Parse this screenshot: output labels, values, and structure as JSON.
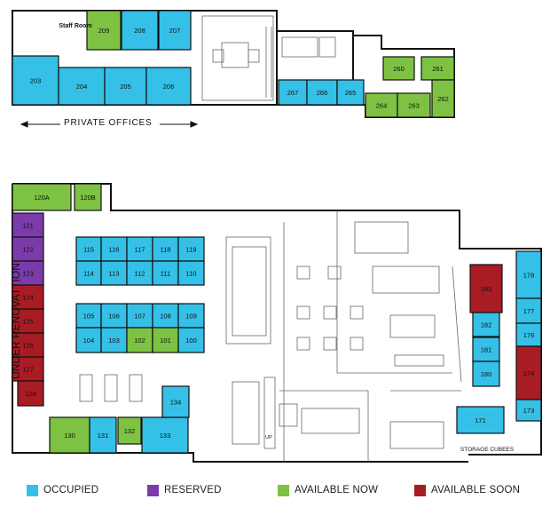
{
  "colors": {
    "occupied": "#35c0e7",
    "reserved": "#7b3bab",
    "available_now": "#7dc242",
    "available_soon": "#a91c24"
  },
  "labels": {
    "private_offices": "PRIVATE OFFICES",
    "under_renovation": "UNDER RENOVATTION",
    "staff_room": "Staff Room",
    "storage_cubees": "STORAGE CUBEES",
    "up": "UP"
  },
  "legend": [
    {
      "status": "occupied",
      "label": "OCCUPIED"
    },
    {
      "status": "reserved",
      "label": "RESERVED"
    },
    {
      "status": "available_now",
      "label": "AVAILABLE NOW"
    },
    {
      "status": "available_soon",
      "label": "AVAILABLE SOON"
    }
  ],
  "rooms": [
    {
      "id": "209",
      "status": "available_now"
    },
    {
      "id": "208",
      "status": "occupied"
    },
    {
      "id": "207",
      "status": "occupied"
    },
    {
      "id": "203",
      "status": "occupied"
    },
    {
      "id": "204",
      "status": "occupied"
    },
    {
      "id": "205",
      "status": "occupied"
    },
    {
      "id": "206",
      "status": "occupied"
    },
    {
      "id": "267",
      "status": "occupied"
    },
    {
      "id": "266",
      "status": "occupied"
    },
    {
      "id": "265",
      "status": "occupied"
    },
    {
      "id": "260",
      "status": "available_now"
    },
    {
      "id": "261",
      "status": "available_now"
    },
    {
      "id": "262",
      "status": "available_now"
    },
    {
      "id": "264",
      "status": "available_now"
    },
    {
      "id": "263",
      "status": "available_now"
    },
    {
      "id": "120A",
      "status": "available_now"
    },
    {
      "id": "120B",
      "status": "available_now"
    },
    {
      "id": "121",
      "status": "reserved"
    },
    {
      "id": "122",
      "status": "reserved"
    },
    {
      "id": "123",
      "status": "reserved"
    },
    {
      "id": "124",
      "status": "available_soon"
    },
    {
      "id": "125",
      "status": "available_soon"
    },
    {
      "id": "126",
      "status": "available_soon"
    },
    {
      "id": "127",
      "status": "available_soon"
    },
    {
      "id": "128",
      "status": "available_soon"
    },
    {
      "id": "115",
      "status": "occupied"
    },
    {
      "id": "116",
      "status": "occupied"
    },
    {
      "id": "117",
      "status": "occupied"
    },
    {
      "id": "118",
      "status": "occupied"
    },
    {
      "id": "119",
      "status": "occupied"
    },
    {
      "id": "114",
      "status": "occupied"
    },
    {
      "id": "113",
      "status": "occupied"
    },
    {
      "id": "112",
      "status": "occupied"
    },
    {
      "id": "111",
      "status": "occupied"
    },
    {
      "id": "110",
      "status": "occupied"
    },
    {
      "id": "105",
      "status": "occupied"
    },
    {
      "id": "106",
      "status": "occupied"
    },
    {
      "id": "107",
      "status": "occupied"
    },
    {
      "id": "108",
      "status": "occupied"
    },
    {
      "id": "109",
      "status": "occupied"
    },
    {
      "id": "104",
      "status": "occupied"
    },
    {
      "id": "103",
      "status": "occupied"
    },
    {
      "id": "102",
      "status": "available_now"
    },
    {
      "id": "101",
      "status": "available_now"
    },
    {
      "id": "100",
      "status": "occupied"
    },
    {
      "id": "130",
      "status": "available_now"
    },
    {
      "id": "131",
      "status": "occupied"
    },
    {
      "id": "132",
      "status": "available_now"
    },
    {
      "id": "133",
      "status": "occupied"
    },
    {
      "id": "134",
      "status": "occupied"
    },
    {
      "id": "183",
      "status": "available_soon"
    },
    {
      "id": "182",
      "status": "occupied"
    },
    {
      "id": "181",
      "status": "occupied"
    },
    {
      "id": "180",
      "status": "occupied"
    },
    {
      "id": "178",
      "status": "occupied"
    },
    {
      "id": "177",
      "status": "occupied"
    },
    {
      "id": "176",
      "status": "occupied"
    },
    {
      "id": "174",
      "status": "available_soon"
    },
    {
      "id": "173",
      "status": "occupied"
    },
    {
      "id": "171",
      "status": "occupied"
    }
  ]
}
